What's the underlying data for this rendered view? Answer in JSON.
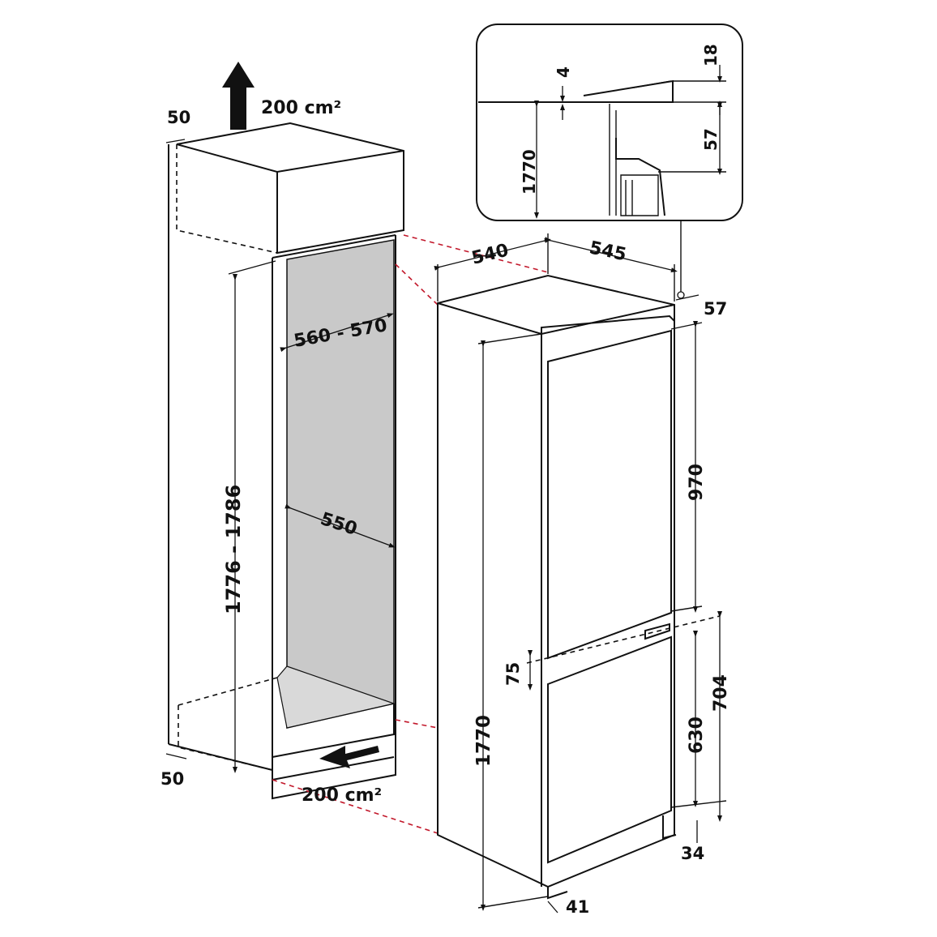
{
  "colors": {
    "line": "#111111",
    "niche": "#c9c9c9",
    "floor": "#d9d9d9",
    "guide": "#c2182b"
  },
  "labels": {
    "vent_top": "200 cm²",
    "vent_bottom": "200 cm²",
    "gap_top": "50",
    "gap_bottom": "50",
    "niche_height": "1776 - 1786",
    "niche_width": "560 - 570",
    "niche_depth": "550",
    "appliance_width": "540",
    "appliance_depth": "545",
    "top_gap": "57",
    "fridge_door": "970",
    "door_gap": "75",
    "freezer_total": "704",
    "freezer_door": "630",
    "appliance_height": "1770",
    "foot_34": "34",
    "foot_41": "41",
    "detail_4": "4",
    "detail_18": "18",
    "detail_57": "57",
    "detail_1770": "1770"
  }
}
